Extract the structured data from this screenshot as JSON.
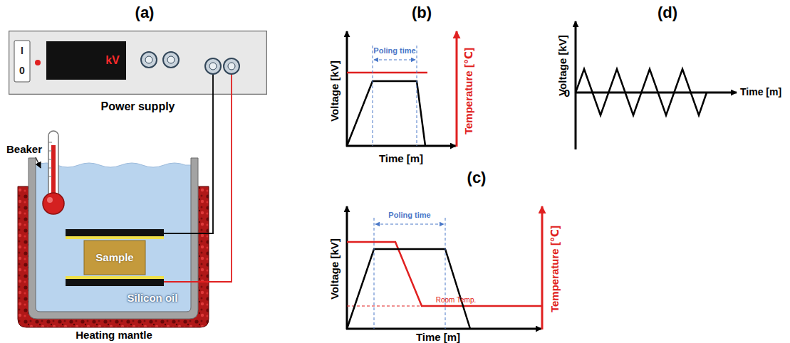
{
  "diagram": {
    "nodes": [
      {
        "text": [
          "I",
          "0",
          "kV",
          "Power supply"
        ]
      },
      {
        "text": [
          "Sample"
        ]
      }
    ],
    "edges": [
      {
        "from": 0,
        "to": 1,
        "arrow": "none"
      },
      {
        "from": 0,
        "to": 1,
        "arrow": "none"
      }
    ],
    "labels": [
      "(a)",
      "Beaker",
      "Silicon oil",
      "Heating mantle",
      "(b)",
      "Voltage [kV]",
      "Temperature [℃]",
      "Poling time",
      "Time [m]",
      "(c)",
      "Poling time",
      "Voltage [kV]",
      "Temperature [℃]",
      "Room Temp.",
      "Time [m]",
      "(d)",
      "Voltage [kV]",
      "0",
      "Time [m]"
    ]
  }
}
